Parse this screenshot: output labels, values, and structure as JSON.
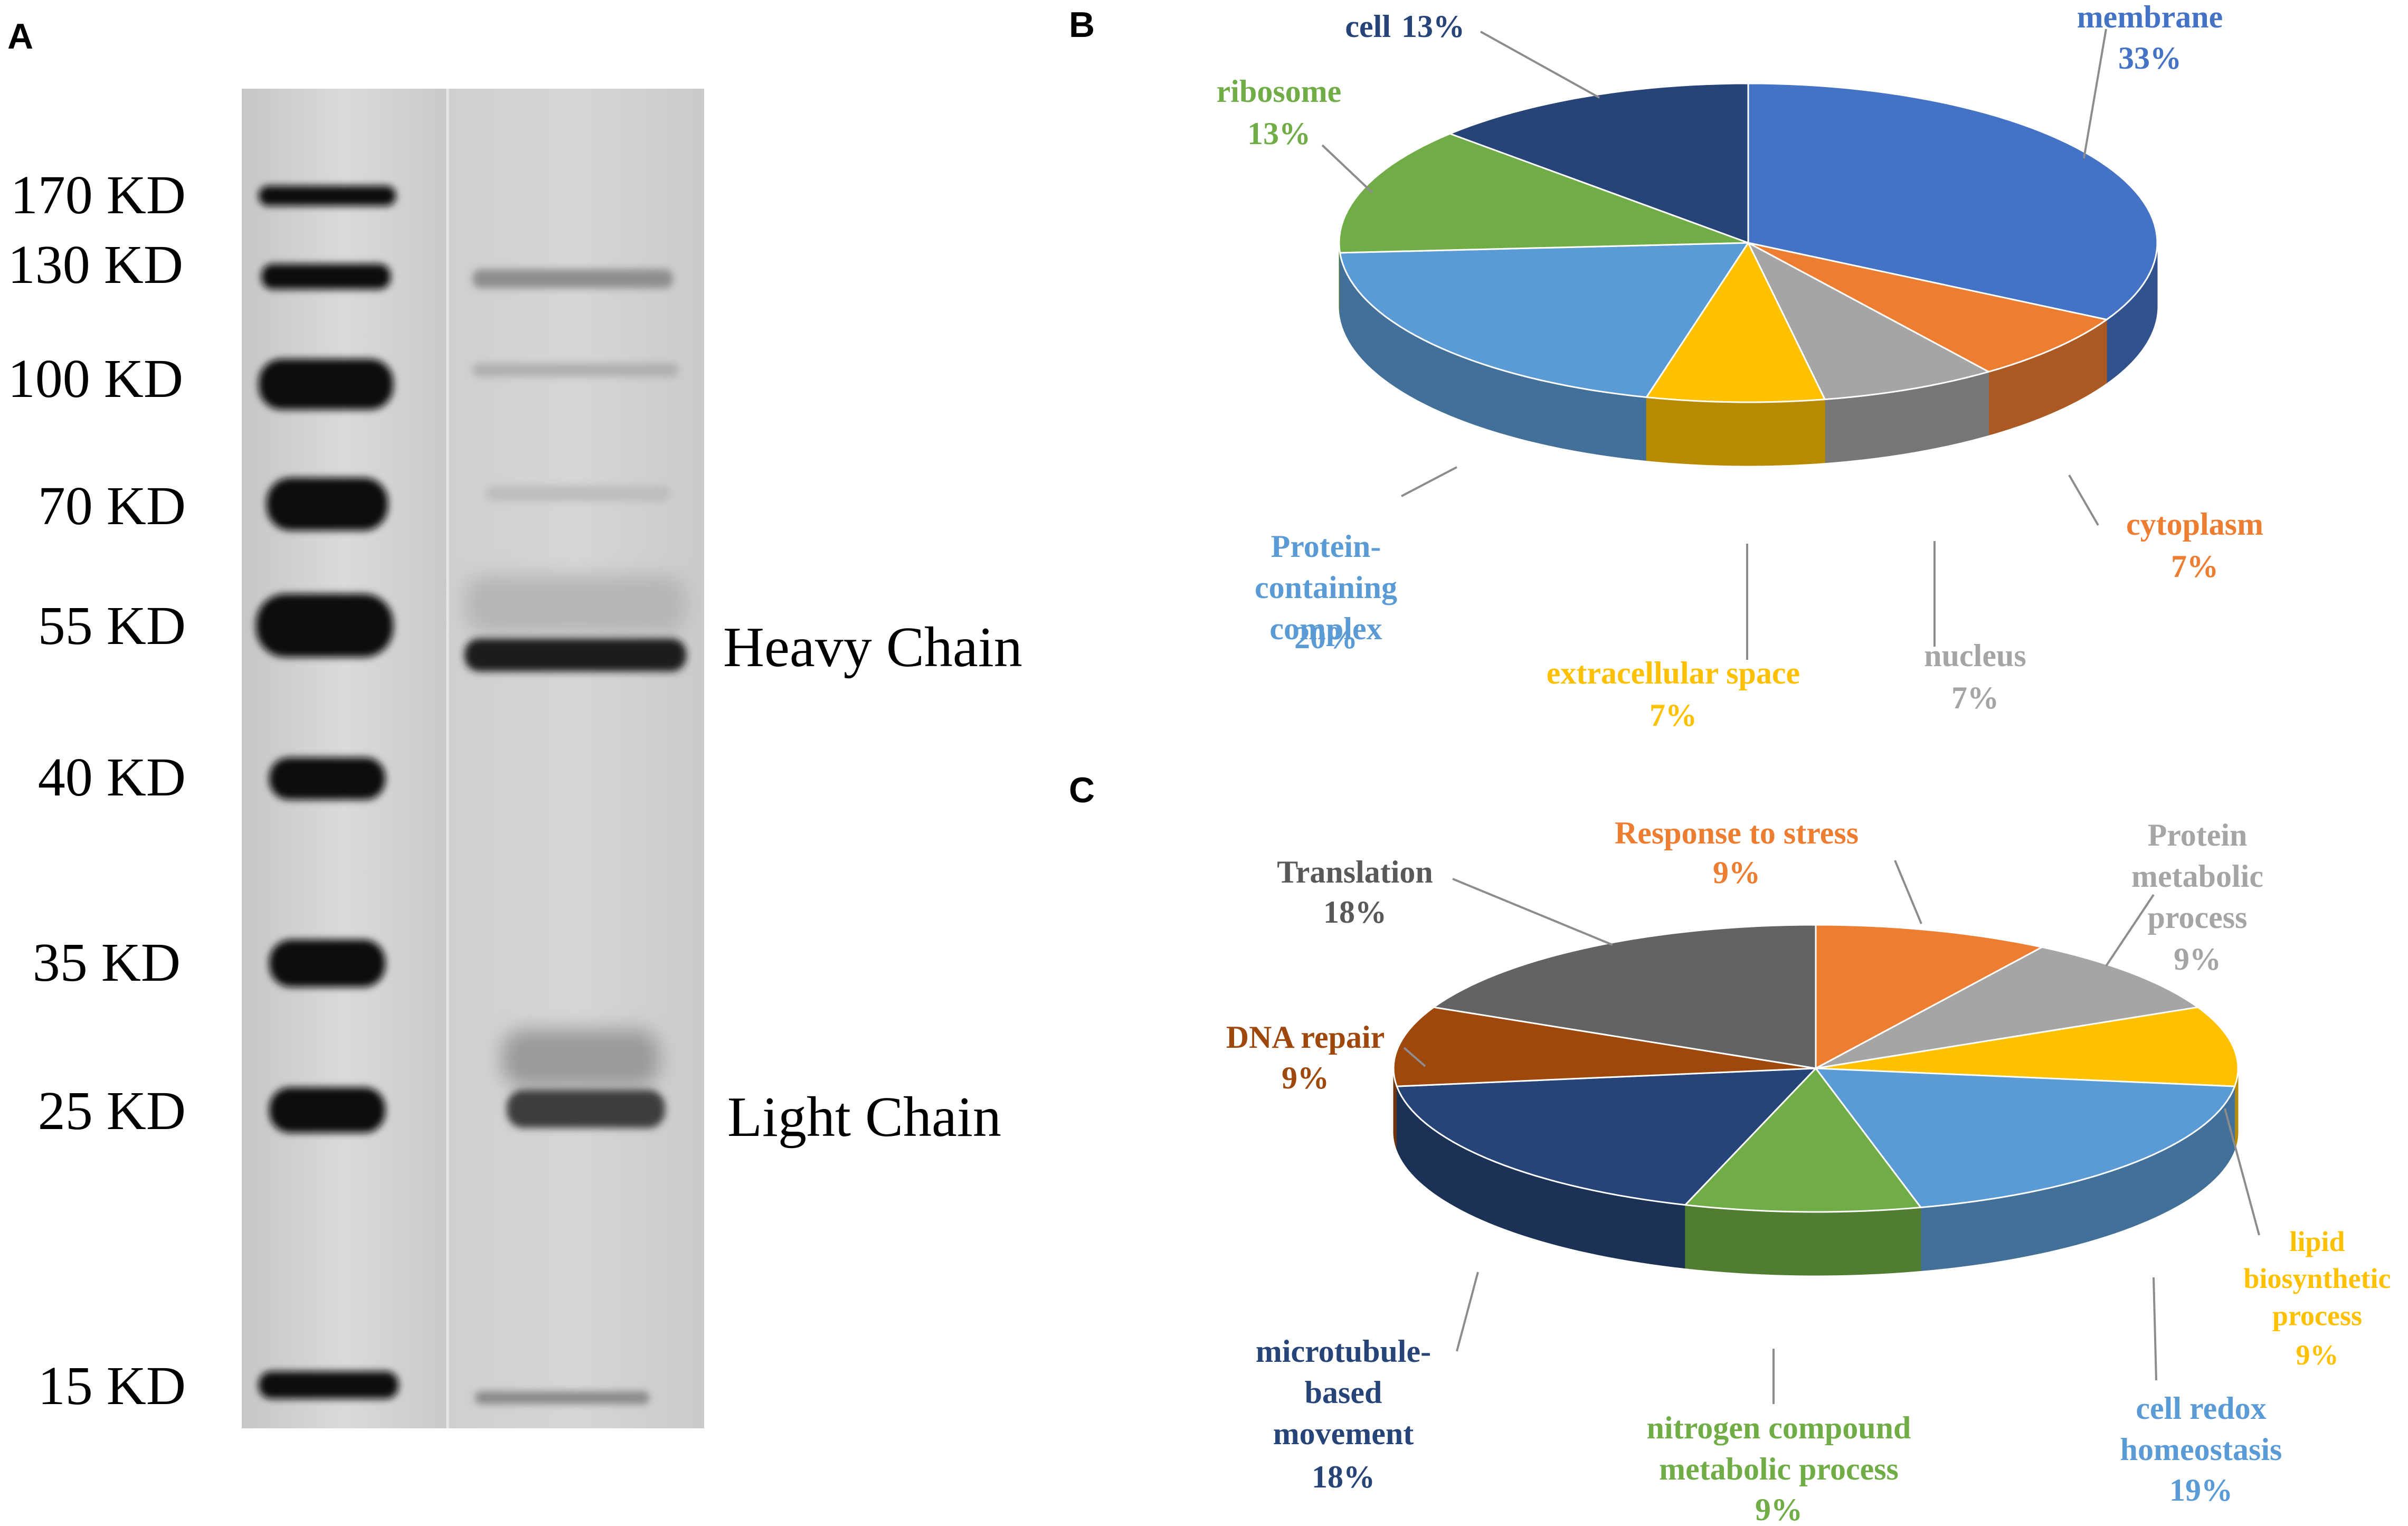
{
  "panels": {
    "a": "A",
    "b": "B",
    "c": "C"
  },
  "gel": {
    "markers": [
      "170 KD",
      "130 KD",
      "100 KD",
      "70 KD",
      "55 KD",
      "40 KD",
      "35 KD",
      "25 KD",
      "15 KD"
    ],
    "band_labels": [
      "Heavy Chain",
      "Light Chain"
    ]
  },
  "chart_data": [
    {
      "type": "pie",
      "panel": "B",
      "three_d": true,
      "slices": [
        {
          "label": "membrane",
          "percent_label": "33%",
          "value": 33,
          "color": "#4472C4"
        },
        {
          "label": "cytoplasm",
          "percent_label": "7%",
          "value": 7,
          "color": "#ED7D31"
        },
        {
          "label": "nucleus",
          "percent_label": "7%",
          "value": 7,
          "color": "#A5A5A5"
        },
        {
          "label": "extracellular space",
          "percent_label": "7%",
          "value": 7,
          "color": "#FFC000"
        },
        {
          "label": "Protein-containing complex",
          "percent_label": "20%",
          "value": 20,
          "color": "#5B9BD5"
        },
        {
          "label": "ribosome",
          "percent_label": "13%",
          "value": 13,
          "color": "#70AD47"
        },
        {
          "label": "cell",
          "percent_label": "13%",
          "value": 13,
          "color": "#264478"
        }
      ]
    },
    {
      "type": "pie",
      "panel": "C",
      "three_d": true,
      "slices": [
        {
          "label": "Response to stress",
          "percent_label": "9%",
          "value": 9,
          "color": "#ED7D31"
        },
        {
          "label": "Protein metabolic process",
          "percent_label": "9%",
          "value": 9,
          "color": "#A5A5A5"
        },
        {
          "label": "lipid biosynthetic process",
          "percent_label": "9%",
          "value": 9,
          "color": "#FFC000"
        },
        {
          "label": "cell redox homeostasis",
          "percent_label": "19%",
          "value": 19,
          "color": "#5B9BD5"
        },
        {
          "label": "nitrogen compound metabolic process",
          "percent_label": "9%",
          "value": 9,
          "color": "#70AD47"
        },
        {
          "label": "microtubule-based movement",
          "percent_label": "18%",
          "value": 18,
          "color": "#264478"
        },
        {
          "label": "DNA repair",
          "percent_label": "9%",
          "value": 9,
          "color": "#9E480E"
        },
        {
          "label": "Translation",
          "percent_label": "18%",
          "value": 18,
          "color": "#636363"
        }
      ]
    }
  ]
}
